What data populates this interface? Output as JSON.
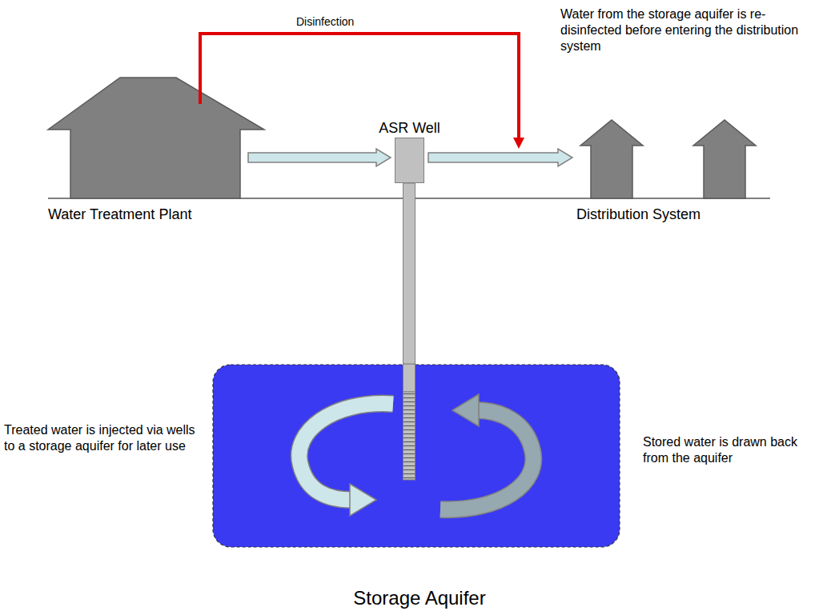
{
  "diagram": {
    "nodes": [
      {
        "text": [
          "Water Treatment Plant"
        ]
      },
      {
        "text": [
          "ASR Well"
        ]
      },
      {
        "text": [
          "Distribution System"
        ]
      },
      {
        "text": [
          "Storage Aquifer"
        ]
      }
    ],
    "edges": [
      {
        "from": 0,
        "to": 1,
        "arrow": "to"
      },
      {
        "from": 1,
        "to": 2,
        "arrow": "to"
      },
      {
        "from": 1,
        "to": 3,
        "arrow": "none"
      }
    ],
    "labels": [
      "Disinfection",
      "Water from the storage aquifer is re-disinfected before entering the distribution system",
      "Treated water is injected via wells to a storage aquifer for later use",
      "Stored water is drawn back from the aquifer"
    ]
  }
}
